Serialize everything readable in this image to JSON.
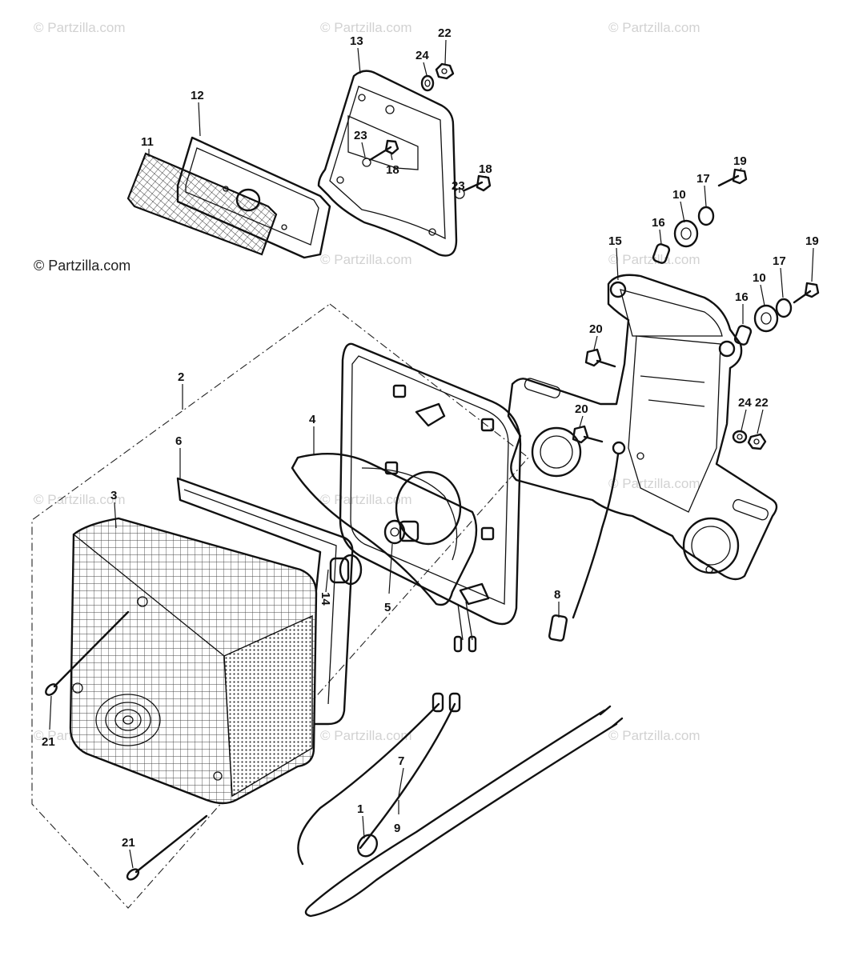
{
  "watermarks": {
    "main": "© Partzilla.com",
    "faint": "© Partzilla.com"
  },
  "callouts": {
    "c1": "1",
    "c2": "2",
    "c3": "3",
    "c4": "4",
    "c5": "5",
    "c6": "6",
    "c7": "7",
    "c8": "8",
    "c9": "9",
    "c10a": "10",
    "c10b": "10",
    "c11": "11",
    "c12": "12",
    "c13": "13",
    "c14": "14",
    "c15": "15",
    "c16a": "16",
    "c16b": "16",
    "c17a": "17",
    "c17b": "17",
    "c18a": "18",
    "c18b": "18",
    "c19a": "19",
    "c19b": "19",
    "c20a": "20",
    "c20b": "20",
    "c21a": "21",
    "c21b": "21",
    "c22a": "22",
    "c22b": "22",
    "c23a": "23",
    "c23b": "23",
    "c24a": "24",
    "c24b": "24"
  },
  "colors": {
    "ink": "#111111",
    "background": "#ffffff",
    "watermark": "#d2d2d2"
  }
}
